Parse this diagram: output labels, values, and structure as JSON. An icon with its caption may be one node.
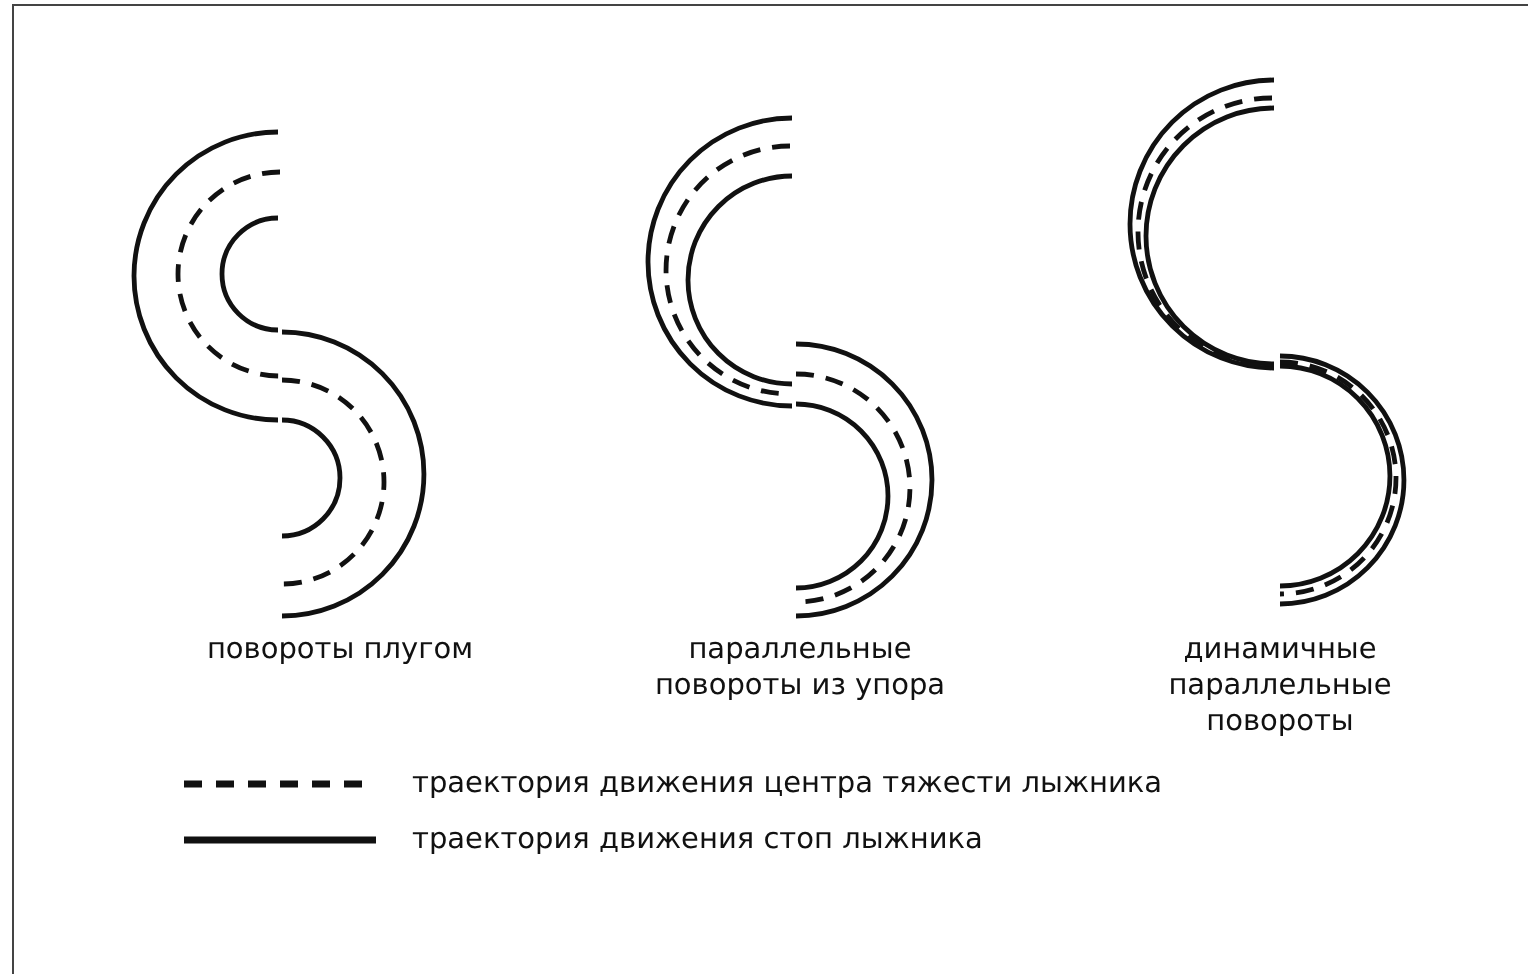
{
  "diagram": {
    "labels": [
      "повороты плугом",
      "параллельные повороты из упора",
      "динамичные параллельные повороты"
    ],
    "legend": [
      {
        "text": "траектория движения центра тяжести лыжника"
      },
      {
        "text": "траектория движения стоп лыжника"
      }
    ]
  }
}
